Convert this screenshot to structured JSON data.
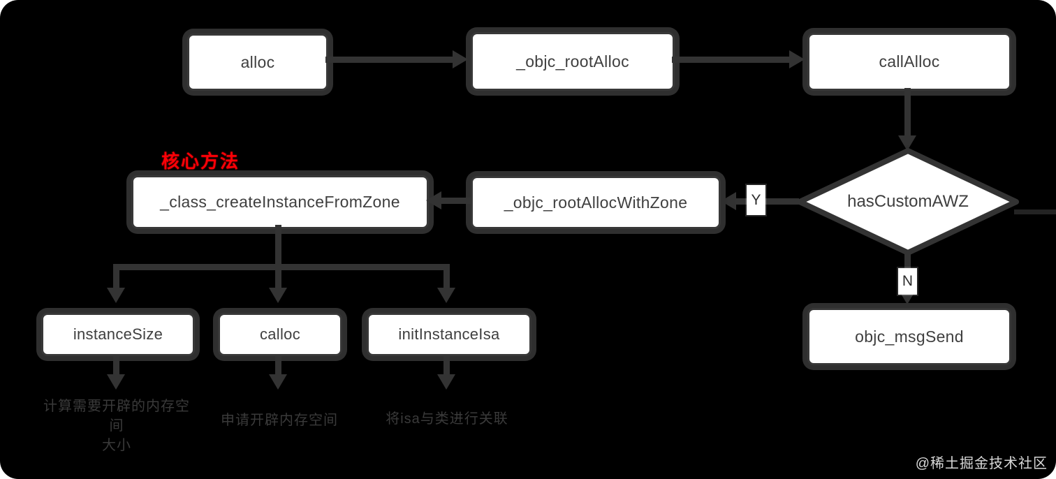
{
  "diagram": {
    "nodes": {
      "alloc": "alloc",
      "objc_root_alloc": "_objc_rootAlloc",
      "call_alloc": "callAlloc",
      "class_create_instance_from_zone": "_class_createInstanceFromZone",
      "objc_root_alloc_with_zone": "_objc_rootAllocWithZone",
      "has_custom_awz": "hasCustomAWZ",
      "objc_msg_send": "objc_msgSend",
      "instance_size": "instanceSize",
      "calloc": "calloc",
      "init_instance_isa": "initInstanceIsa"
    },
    "edge_labels": {
      "yes": "Y",
      "no": "N"
    },
    "annotations": {
      "core_method": "核心方法",
      "instance_size_note_line1": "计算需要开辟的内存空间",
      "instance_size_note_line2": "大小",
      "calloc_note": "申请开辟内存空间",
      "init_instance_isa_note": "将isa与类进行关联"
    },
    "colors": {
      "background": "#000000",
      "line": "#333333",
      "node_fill": "#ffffff",
      "node_text": "#3f3f3f",
      "accent_red": "#fb0007",
      "note_gray": "#3a3a3a",
      "watermark_gray": "#d9d9d9"
    }
  },
  "watermark": "@稀土掘金技术社区"
}
